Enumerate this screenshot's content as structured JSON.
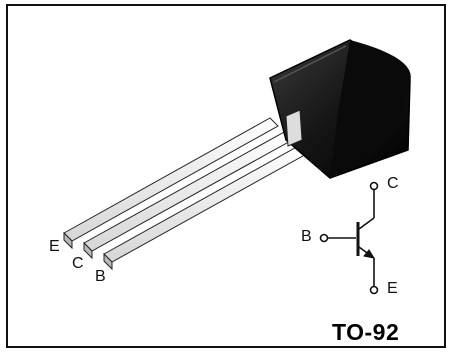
{
  "pins": {
    "lead_left": "E",
    "lead_middle": "C",
    "lead_right": "B"
  },
  "symbol": {
    "collector": "C",
    "base": "B",
    "emitter": "E"
  },
  "package_name": "TO-92"
}
